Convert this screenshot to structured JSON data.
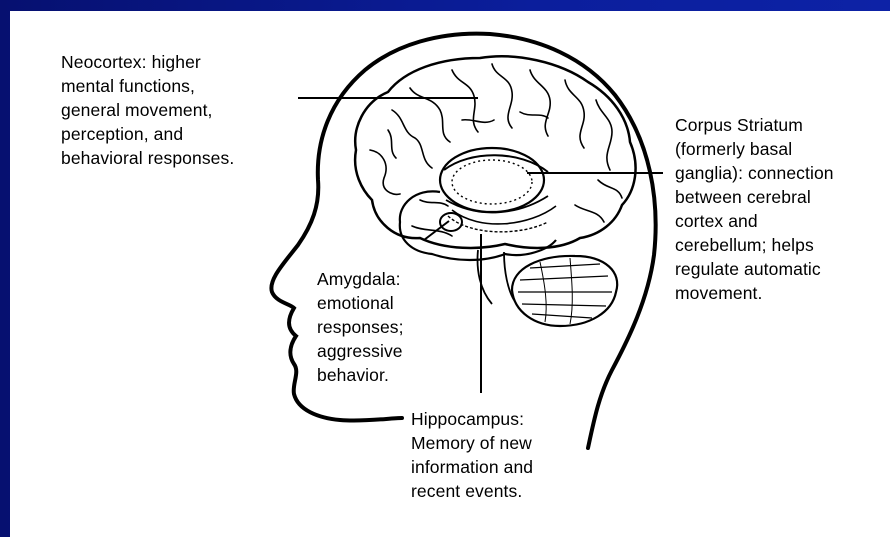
{
  "colors": {
    "slide_background": "#0b1e9c",
    "panel_background": "#ffffff",
    "ink": "#000000"
  },
  "labels": {
    "neocortex": "Neocortex: higher\nmental functions,\ngeneral movement,\nperception, and\nbehavioral responses.",
    "corpus_striatum": "Corpus Striatum\n(formerly basal\nganglia): connection\nbetween cerebral\ncortex and\ncerebellum; helps\nregulate automatic\nmovement.",
    "amygdala": "Amygdala:\nemotional\nresponses;\naggressive\nbehavior.",
    "hippocampus": "Hippocampus:\nMemory of new\ninformation and\nrecent events."
  }
}
